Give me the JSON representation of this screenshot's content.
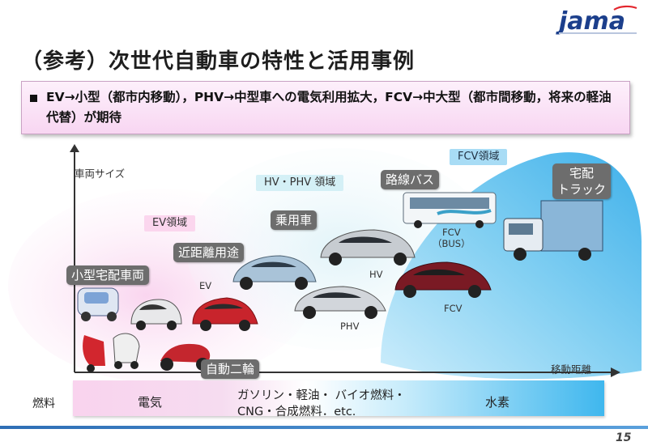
{
  "header": {
    "logo": "jama",
    "title": "（参考）次世代自動車の特性と活用事例"
  },
  "summary": {
    "text": "EV→小型（都市内移動），PHV→中型車への電気利用拡大，FCV→中大型（都市間移動，将来の軽油代替）が期待"
  },
  "diagram": {
    "y_axis_label": "車両サイズ",
    "x_axis_label": "移動距離",
    "regions": {
      "ev": "EV領域",
      "hv_phv": "HV・PHV 領域",
      "fcv": "FCV領域"
    },
    "categories": {
      "small_delivery": "小型宅配車両",
      "short_distance": "近距離用途",
      "passenger": "乗用車",
      "route_bus": "路線バス",
      "delivery_truck_line1": "宅配",
      "delivery_truck_line2": "トラック",
      "motorcycle": "自動二輪"
    },
    "captions": {
      "ev": "EV",
      "hv": "HV",
      "phv": "PHV",
      "fcv": "FCV",
      "fcv_bus_line1": "FCV",
      "fcv_bus_line2": "（BUS）"
    },
    "colors": {
      "ev_region": "#f9d3ee",
      "hv_region": "#e3f4f8",
      "fcv_region": "#58c0ee",
      "tag": "#6d6d6d"
    }
  },
  "fuel": {
    "label": "燃料",
    "electric": "電気",
    "mid_line1": "ガソリン・軽油・ バイオ燃料・",
    "mid_line2": "CNG・合成燃料．etc.",
    "hydrogen": "水素"
  },
  "footer": {
    "page_number": "15"
  }
}
